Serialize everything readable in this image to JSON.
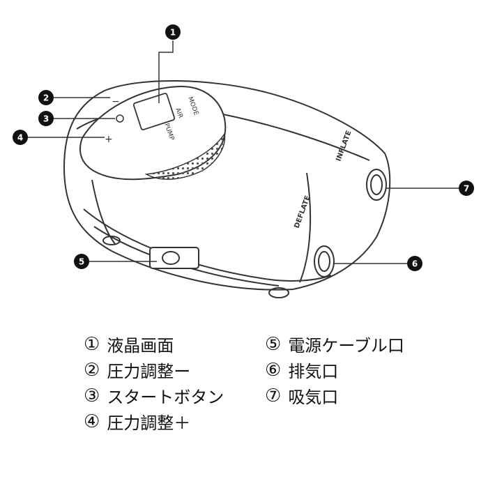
{
  "callouts": [
    {
      "number": "1"
    },
    {
      "number": "2"
    },
    {
      "number": "3"
    },
    {
      "number": "4"
    },
    {
      "number": "5"
    },
    {
      "number": "6"
    },
    {
      "number": "7"
    }
  ],
  "device_labels": {
    "mode": "MODE",
    "air": "AIR",
    "pump": "PUMP",
    "inflate": "INFLATE",
    "deflate": "DEFLATE",
    "minus_symbol": "−",
    "plus_symbol": "+"
  },
  "legend": [
    {
      "marker": "①",
      "label": "液晶画面"
    },
    {
      "marker": "⑤",
      "label": "電源ケーブル口"
    },
    {
      "marker": "②",
      "label": "圧力調整ー"
    },
    {
      "marker": "⑥",
      "label": "排気口"
    },
    {
      "marker": "③",
      "label": "スタートボタン"
    },
    {
      "marker": "⑦",
      "label": "吸気口"
    },
    {
      "marker": "④",
      "label": "圧力調整＋"
    }
  ],
  "colors": {
    "line": "#333333",
    "callout_fill": "#111111",
    "callout_text": "#ffffff",
    "background": "#ffffff"
  }
}
